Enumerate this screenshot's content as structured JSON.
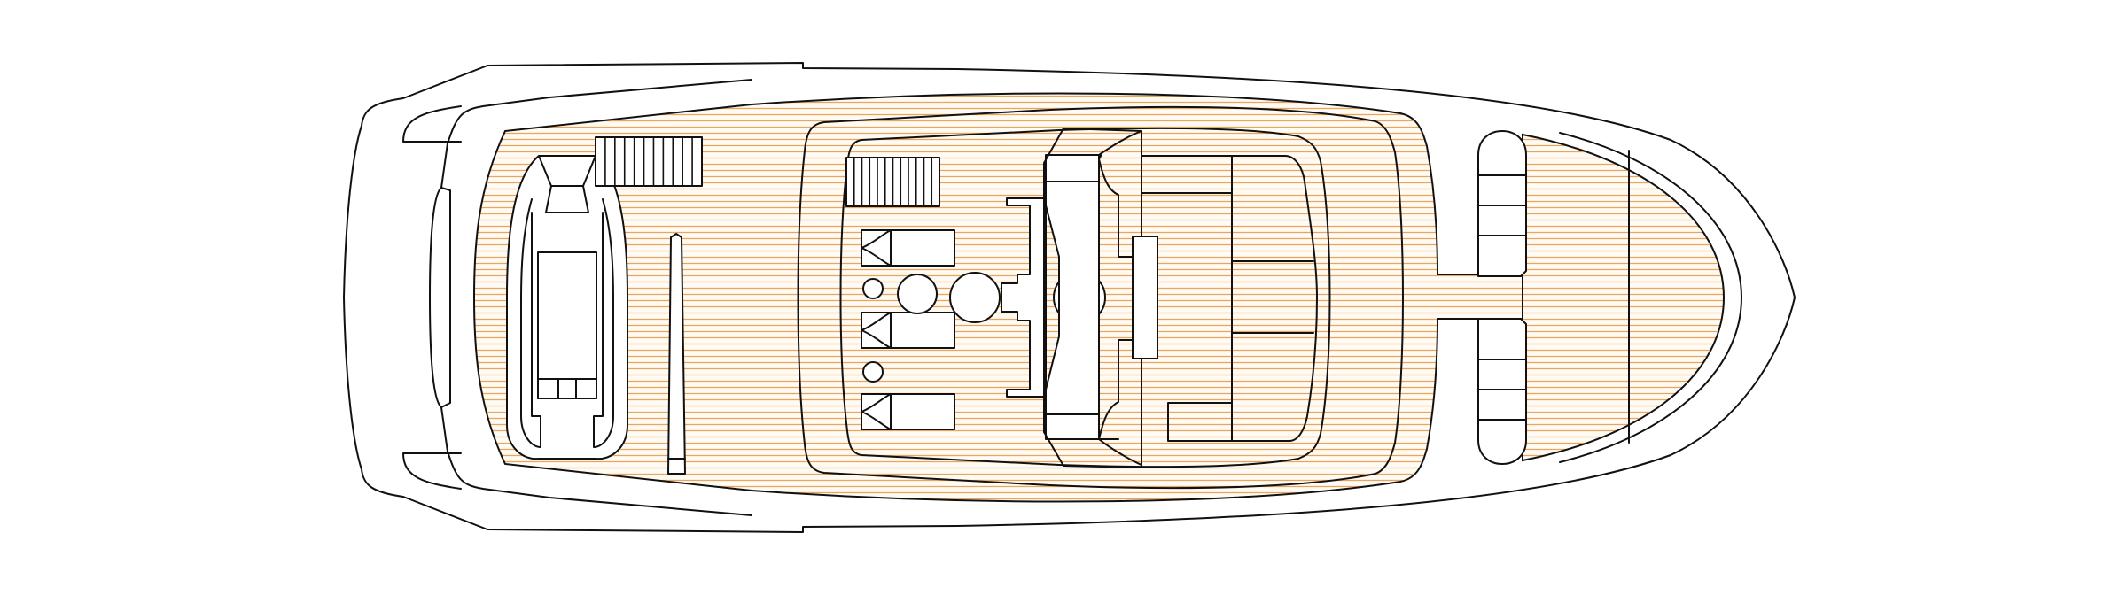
{
  "title": "",
  "colors": {
    "line": "#111111",
    "background": "#ffffff",
    "teak_base": "#fffaf2",
    "teak_plank": "#e9a55e"
  },
  "components": [
    "hull",
    "teak-deck",
    "tender",
    "tender-chocks",
    "boarding-ladder",
    "sun-pads",
    "round-tables",
    "helm-station",
    "helm-seat",
    "l-shaped-sofa",
    "bow-seating",
    "stairs"
  ]
}
